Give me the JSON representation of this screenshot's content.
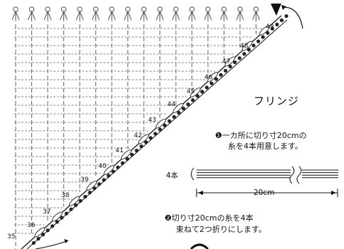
{
  "title": "フリンジ",
  "step1": {
    "marker": "❶",
    "line1": "一カ所に切り寸20cmの",
    "line2": "糸を4本用意します。"
  },
  "step2": {
    "marker": "❷",
    "line1": "切り寸20cmの糸を4本",
    "line2": "束ねて2つ折りにします。"
  },
  "strands_label": "4本",
  "length_label": "20cm",
  "row_numbers": [
    "35",
    "36",
    "37",
    "38",
    "39",
    "40",
    "41",
    "42",
    "43",
    "44",
    "45",
    "46",
    "47",
    "48",
    "49"
  ]
}
